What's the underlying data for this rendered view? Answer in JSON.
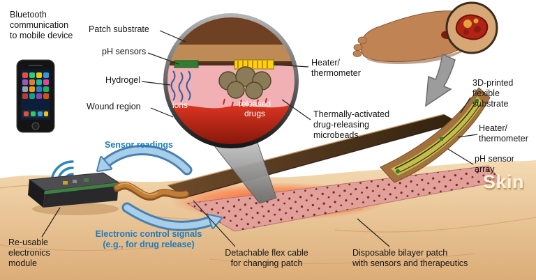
{
  "annotations": {
    "bluetooth": "Bluetooth\ncommunication\nto mobile device",
    "patch_substrate": "Patch substrate",
    "ph_sensors": "pH sensors",
    "hydrogel": "Hydrogel",
    "wound_region": "Wound region",
    "ions": "ions",
    "released_drugs": "released\ndrugs",
    "heater_thermometer_inset": "Heater/\nthermometer",
    "microbeads": "Thermally-activated\ndrug-releasing\nmicrobeads",
    "flexible_substrate": "3D-printed\nflexible\nsubstrate",
    "heater_thermometer_patch": "Heater/\nthermometer",
    "ph_sensor_array": "pH sensor\narray",
    "skin": "Skin",
    "sensor_readings": "Sensor readings",
    "control_signals": "Electronic control signals\n(e.g., for drug release)",
    "reusable_module": "Re-usable\nelectronics\nmodule",
    "flex_cable": "Detachable flex cable\nfor changing patch",
    "disposable_patch": "Disposable bilayer patch\nwith sensors and therapeutics"
  },
  "colors": {
    "accent_blue": "#1B7CC0",
    "arrow_blue_fill": "#A7CFE9",
    "arrow_blue_outline": "#4A80AF",
    "wound_red": "#C2271A",
    "sand": "#E9C191",
    "hydrogel_pink": "#F0B0B4",
    "heater_yellow": "#F6D70A",
    "sensor_green": "#2E7D32"
  }
}
